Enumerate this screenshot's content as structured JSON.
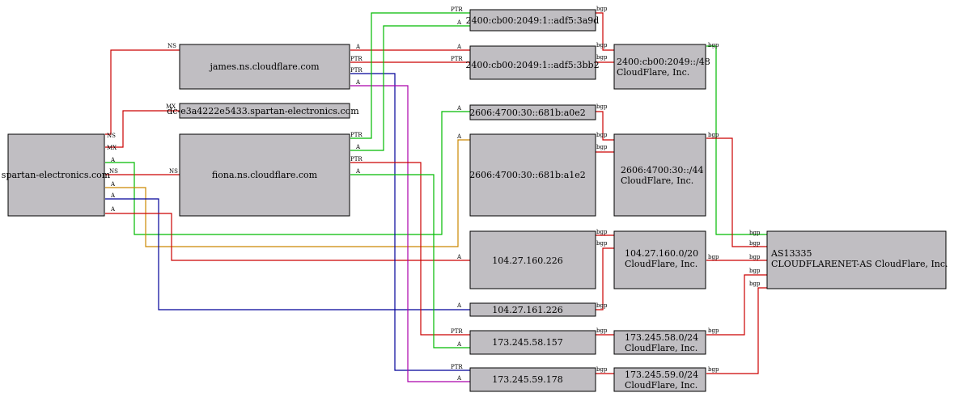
{
  "nodes": {
    "spartan": {
      "label": "spartan-electronics.com"
    },
    "james": {
      "label": "james.ns.cloudflare.com"
    },
    "dc": {
      "label": "dc-e3a4222e5433.spartan-electronics.com"
    },
    "fiona": {
      "label": "fiona.ns.cloudflare.com"
    },
    "ip6a": {
      "label": "2400:cb00:2049:1::adf5:3a9d"
    },
    "ip6b": {
      "label": "2400:cb00:2049:1::adf5:3bb2"
    },
    "net6a": {
      "label": "2400:cb00:2049::/48",
      "org": "CloudFlare, Inc."
    },
    "ip6c": {
      "label": "2606:4700:30::681b:a0e2"
    },
    "ip6d": {
      "label": "2606:4700:30::681b:a1e2"
    },
    "net6b": {
      "label": "2606:4700:30::/44",
      "org": "CloudFlare, Inc."
    },
    "ip4a": {
      "label": "104.27.160.226"
    },
    "ip4b": {
      "label": "104.27.161.226"
    },
    "net4a": {
      "label": "104.27.160.0/20",
      "org": "CloudFlare, Inc."
    },
    "ip4c": {
      "label": "173.245.58.157"
    },
    "net4b": {
      "label": "173.245.58.0/24",
      "org": "CloudFlare, Inc."
    },
    "ip4d": {
      "label": "173.245.59.178"
    },
    "net4c": {
      "label": "173.245.59.0/24",
      "org": "CloudFlare, Inc."
    },
    "as": {
      "label": "AS13335",
      "org": "CLOUDFLARENET-AS CloudFlare, Inc."
    }
  },
  "edge_labels": {
    "ns": "NS",
    "mx": "MX",
    "a": "A",
    "ptr": "PTR",
    "bgp": "bgp"
  },
  "colors": {
    "red": "#cc0000",
    "green": "#00bb00",
    "orange": "#cc8800",
    "blue": "#000099",
    "purple": "#aa00aa",
    "node_fill": "#c0bec2"
  }
}
